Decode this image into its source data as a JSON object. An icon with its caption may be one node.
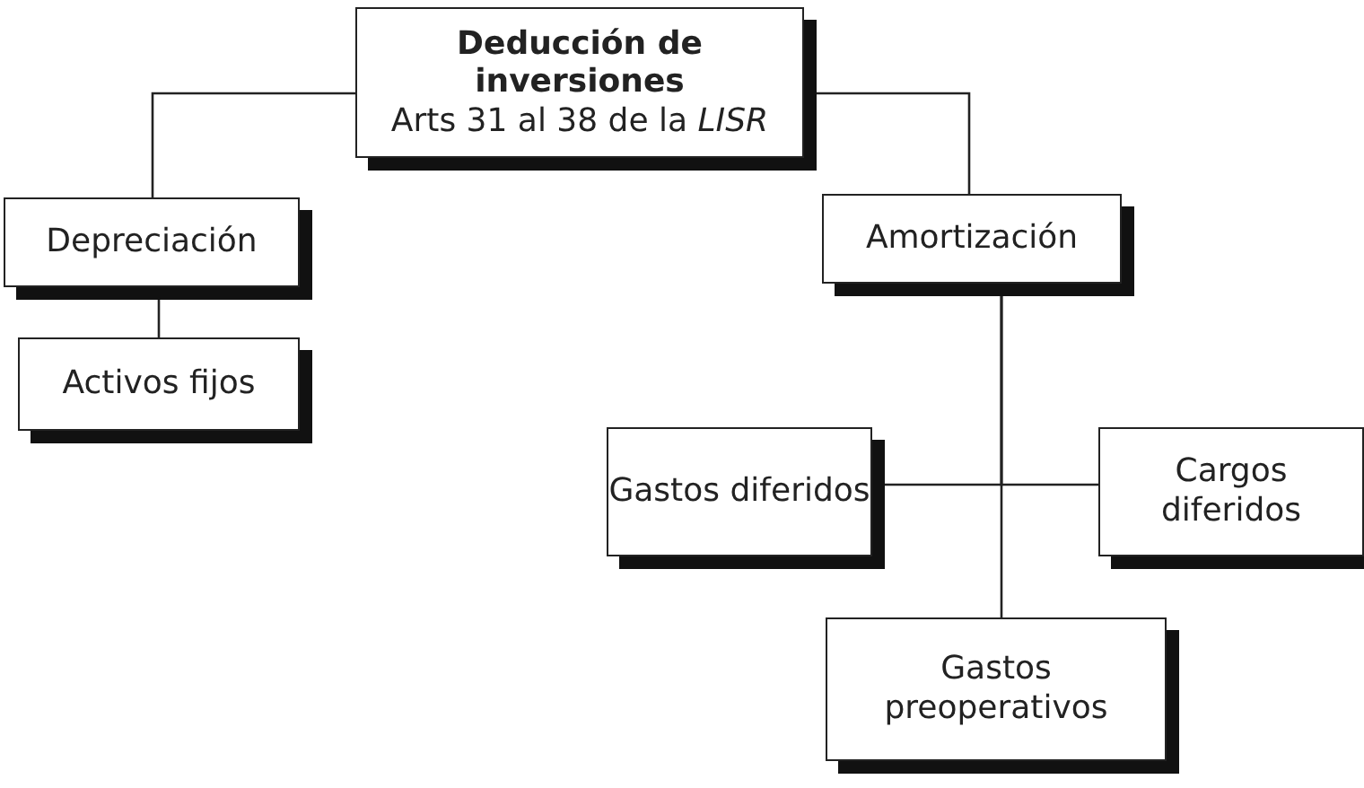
{
  "diagram": {
    "nodes": [
      {
        "text": [
          "Deducción de inversiones",
          "Arts 31 al 38 de la *LISR*"
        ]
      },
      {
        "text": [
          "Depreciación"
        ]
      },
      {
        "text": [
          "Activos fijos"
        ]
      },
      {
        "text": [
          "Amortización"
        ]
      },
      {
        "text": [
          "Gastos diferidos"
        ]
      },
      {
        "text": [
          "Cargos diferidos"
        ]
      },
      {
        "text": [
          "Gastos preoperativos"
        ]
      }
    ],
    "edges": [
      {
        "from": 0,
        "to": 1,
        "arrow": "none"
      },
      {
        "from": 0,
        "to": 3,
        "arrow": "none"
      },
      {
        "from": 1,
        "to": 2,
        "arrow": "none"
      },
      {
        "from": 3,
        "to": 4,
        "arrow": "none"
      },
      {
        "from": 3,
        "to": 5,
        "arrow": "none"
      },
      {
        "from": 3,
        "to": 6,
        "arrow": "none"
      }
    ]
  }
}
